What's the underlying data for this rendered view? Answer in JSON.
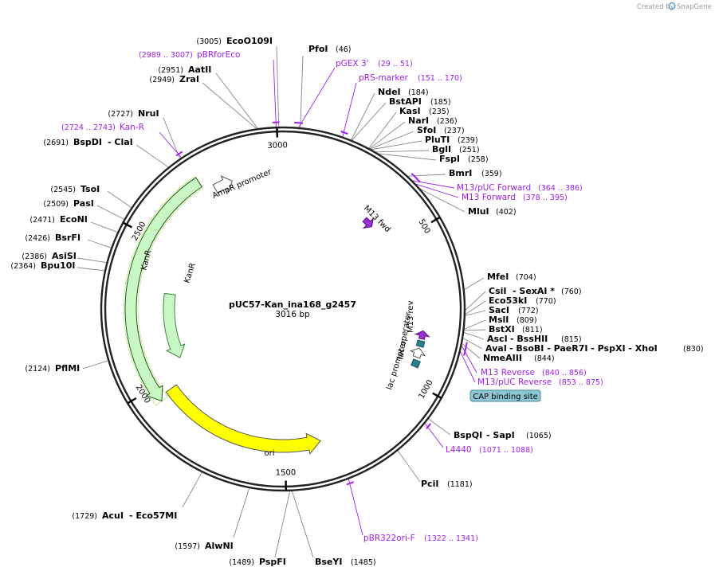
{
  "credit": {
    "created_by": "Created by",
    "brand": "SnapGene"
  },
  "plasmid": {
    "name": "pUC57-Kan_ina168_g2457",
    "length_label": "3016 bp",
    "length": 3016
  },
  "ticks": [
    {
      "label": "500",
      "pos": 500
    },
    {
      "label": "1000",
      "pos": 1000
    },
    {
      "label": "1500",
      "pos": 1500
    },
    {
      "label": "2000",
      "pos": 2000
    },
    {
      "label": "2500",
      "pos": 2500
    },
    {
      "label": "3000",
      "pos": 3000
    }
  ],
  "features": [
    {
      "name": "KanR",
      "start": 2735,
      "end": 1950,
      "direction": "ccw",
      "color": "#c8f7c5",
      "ring": "outer"
    },
    {
      "name": "KanR",
      "start": 2325,
      "end": 2050,
      "direction": "ccw",
      "color": "#c8f7c5",
      "ring": "inner"
    },
    {
      "name": "AmpR promoter",
      "start": 2725,
      "end": 2830,
      "direction": "cw",
      "color": "#ffffff",
      "ring": "mid"
    },
    {
      "name": "ori",
      "start": 1375,
      "end": 1965,
      "direction": "ccw",
      "color": "#ffff00",
      "ring": "middle"
    },
    {
      "name": "M13 fwd",
      "start": 378,
      "end": 395,
      "direction": "cw",
      "color": "#9b30d9",
      "ring": "small"
    },
    {
      "name": "M13 rev",
      "start": 840,
      "end": 856,
      "direction": "ccw",
      "color": "#9b30d9",
      "ring": "small"
    },
    {
      "name": "lac operator",
      "start": 865,
      "end": 880,
      "direction": "none",
      "color": "#2e7f8f",
      "ring": "small"
    },
    {
      "name": "lac promoter",
      "start": 888,
      "end": 918,
      "direction": "ccw",
      "color": "#ffffff",
      "ring": "small"
    },
    {
      "name": "",
      "start": 930,
      "end": 950,
      "direction": "none",
      "color": "#2e7f8f",
      "ring": "small"
    }
  ],
  "cap_site": {
    "label": "CAP binding site"
  },
  "enzymes_left": [
    {
      "pos": "(3005)",
      "name": "EcoO109I"
    },
    {
      "pos": "(2951)",
      "name": "AatII"
    },
    {
      "pos": "(2949)",
      "name": "ZraI"
    },
    {
      "pos": "(2727)",
      "name": "NruI"
    },
    {
      "pos": "(2691)",
      "name": "BspDI",
      "extra": "- ClaI"
    },
    {
      "pos": "(2545)",
      "name": "TsoI"
    },
    {
      "pos": "(2509)",
      "name": "PasI"
    },
    {
      "pos": "(2471)",
      "name": "EcoNI"
    },
    {
      "pos": "(2426)",
      "name": "BsrFI"
    },
    {
      "pos": "(2386)",
      "name": "AsiSI"
    },
    {
      "pos": "(2364)",
      "name": "Bpu10I"
    },
    {
      "pos": "(2124)",
      "name": "PflMI"
    },
    {
      "pos": "(1729)",
      "name": "AcuI",
      "extra": "- Eco57MI"
    },
    {
      "pos": "(1597)",
      "name": "AlwNI"
    },
    {
      "pos": "(1489)",
      "name": "PspFI"
    }
  ],
  "enzymes_right": [
    {
      "name": "PfoI",
      "pos": "(46)"
    },
    {
      "name": "NdeI",
      "pos": "(184)"
    },
    {
      "name": "BstAPI",
      "pos": "(185)"
    },
    {
      "name": "KasI",
      "pos": "(235)"
    },
    {
      "name": "NarI",
      "pos": "(236)"
    },
    {
      "name": "SfoI",
      "pos": "(237)"
    },
    {
      "name": "PluTI",
      "pos": "(239)"
    },
    {
      "name": "BglI",
      "pos": "(251)"
    },
    {
      "name": "FspI",
      "pos": "(258)"
    },
    {
      "name": "BmrI",
      "pos": "(359)"
    },
    {
      "name": "MluI",
      "pos": "(402)"
    },
    {
      "name": "MfeI",
      "pos": "(704)"
    },
    {
      "name": "CsiI",
      "extra": "- SexAI *",
      "pos": "(760)"
    },
    {
      "name": "Eco53kI",
      "pos": "(770)"
    },
    {
      "name": "SacI",
      "pos": "(772)"
    },
    {
      "name": "MslI",
      "pos": "(809)"
    },
    {
      "name": "BstXI",
      "pos": "(811)"
    },
    {
      "name": "AscI",
      "extra": "- BssHII",
      "pos": "(815)"
    },
    {
      "name": "AvaI",
      "extra": "- BsoBI - PaeR7I - PspXI - XhoI",
      "pos": "(830)"
    },
    {
      "name": "NmeAIII",
      "pos": "(844)"
    },
    {
      "name": "BspQI",
      "extra": "- SapI",
      "pos": "(1065)"
    },
    {
      "name": "PciI",
      "pos": "(1181)"
    },
    {
      "name": "BseYI",
      "pos": "(1485)"
    }
  ],
  "primers": [
    {
      "name": "pBRforEco",
      "range": "(2989 .. 3007)"
    },
    {
      "name": "pGEX 3'",
      "range": "(29 .. 51)"
    },
    {
      "name": "pRS-marker",
      "range": "(151 .. 170)"
    },
    {
      "name": "Kan-R",
      "range": "(2724 .. 2743)"
    },
    {
      "name": "M13/pUC Forward",
      "range": "(364 .. 386)"
    },
    {
      "name": "M13 Forward",
      "range": "(378 .. 395)"
    },
    {
      "name": "M13 Reverse",
      "range": "(840 .. 856)"
    },
    {
      "name": "M13/pUC Reverse",
      "range": "(853 .. 875)"
    },
    {
      "name": "L4440",
      "range": "(1071 .. 1088)"
    },
    {
      "name": "pBR322ori-F",
      "range": "(1322 .. 1341)"
    }
  ]
}
